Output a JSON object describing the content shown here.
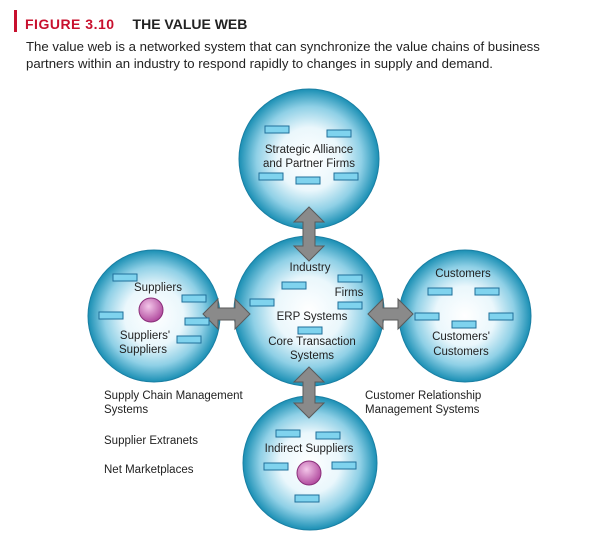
{
  "figure": {
    "label": "FIGURE 3.10",
    "title": "THE VALUE WEB",
    "caption": "The value web is a networked system that can synchronize the value chains of business partners within an industry to respond rapidly to changes in supply and demand."
  },
  "diagram": {
    "circles": {
      "top": {
        "lines": [
          "Strategic Alliance",
          "and Partner Firms"
        ]
      },
      "center": {
        "industry": "Industry",
        "firms": "Firms",
        "erp": "ERP Systems",
        "core_line1": "Core Transaction",
        "core_line2": "Systems"
      },
      "left": {
        "suppliers": "Suppliers",
        "suppliers_suppliers_line1": "Suppliers'",
        "suppliers_suppliers_line2": "Suppliers"
      },
      "right": {
        "customers": "Customers",
        "customers_customers_line1": "Customers'",
        "customers_customers_line2": "Customers"
      },
      "bottom": {
        "indirect_suppliers": "Indirect Suppliers"
      }
    },
    "notes": {
      "scm_line1": "Supply Chain Management",
      "scm_line2": "Systems",
      "extranets": "Supplier Extranets",
      "marketplaces": "Net Marketplaces",
      "crm_line1": "Customer Relationship",
      "crm_line2": "Management Systems"
    },
    "colors": {
      "circle_edge": "#1a8fb4",
      "circle_mid": "#8fd0e6",
      "circle_center": "#ffffff",
      "box_fill": "#7fd3ee",
      "box_stroke": "#1f6f9a",
      "arrow_fill": "#8a8a8a",
      "node_fill": "#cc66b8",
      "accent_red": "#c8102e"
    }
  }
}
